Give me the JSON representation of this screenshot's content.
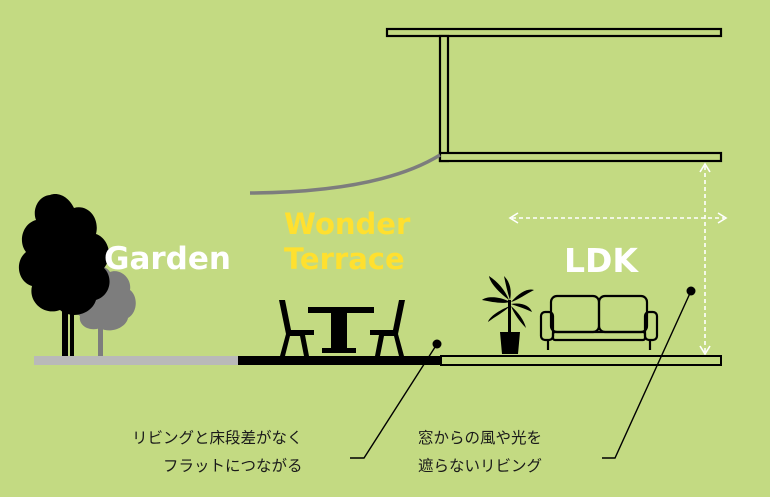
{
  "zones": {
    "garden": "Garden",
    "terrace_line1": "Wonder",
    "terrace_line2": "Terrace",
    "ldk": "LDK"
  },
  "notes": {
    "left_line1": "リビングと床段差がなく",
    "left_line2": "フラットにつながる",
    "right_line1": "窓からの風や光を",
    "right_line2": "遮らないリビング"
  },
  "colors": {
    "background": "#c3da82",
    "garden_ground": "#b9b9b9",
    "terrace_floor": "#000000",
    "terrace_label": "#ffe02f",
    "zone_label": "#ffffff"
  }
}
